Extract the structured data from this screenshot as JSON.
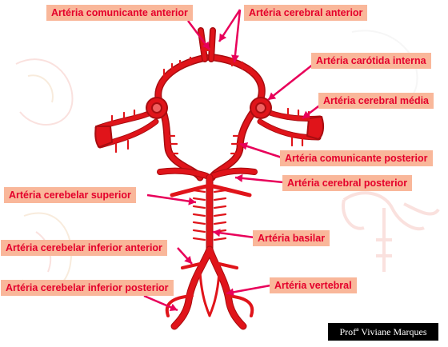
{
  "labels": {
    "comunicante_anterior": "Artéria comunicante anterior",
    "cerebral_anterior": "Artéria cerebral anterior",
    "carotida_interna": "Artéria carótida interna",
    "cerebral_media": "Artéria cerebral média",
    "comunicante_posterior": "Artéria comunicante posterior",
    "cerebral_posterior": "Artéria cerebral posterior",
    "cerebelar_superior": "Artéria cerebelar superior",
    "basilar": "Artéria basilar",
    "cerebelar_inferior_anterior": "Artéria cerebelar inferior anterior",
    "cerebelar_inferior_posterior": "Artéria cerebelar inferior posterior",
    "vertebral": "Artéria vertebral"
  },
  "credit": "Profª Viviane Marques",
  "colors": {
    "artery": "#e0141a",
    "artery_dark": "#a80d10",
    "label_bg": "#f9b79a",
    "label_text": "#e4002b",
    "pointer": "#e8005a",
    "faded": "#f6c9c4"
  }
}
